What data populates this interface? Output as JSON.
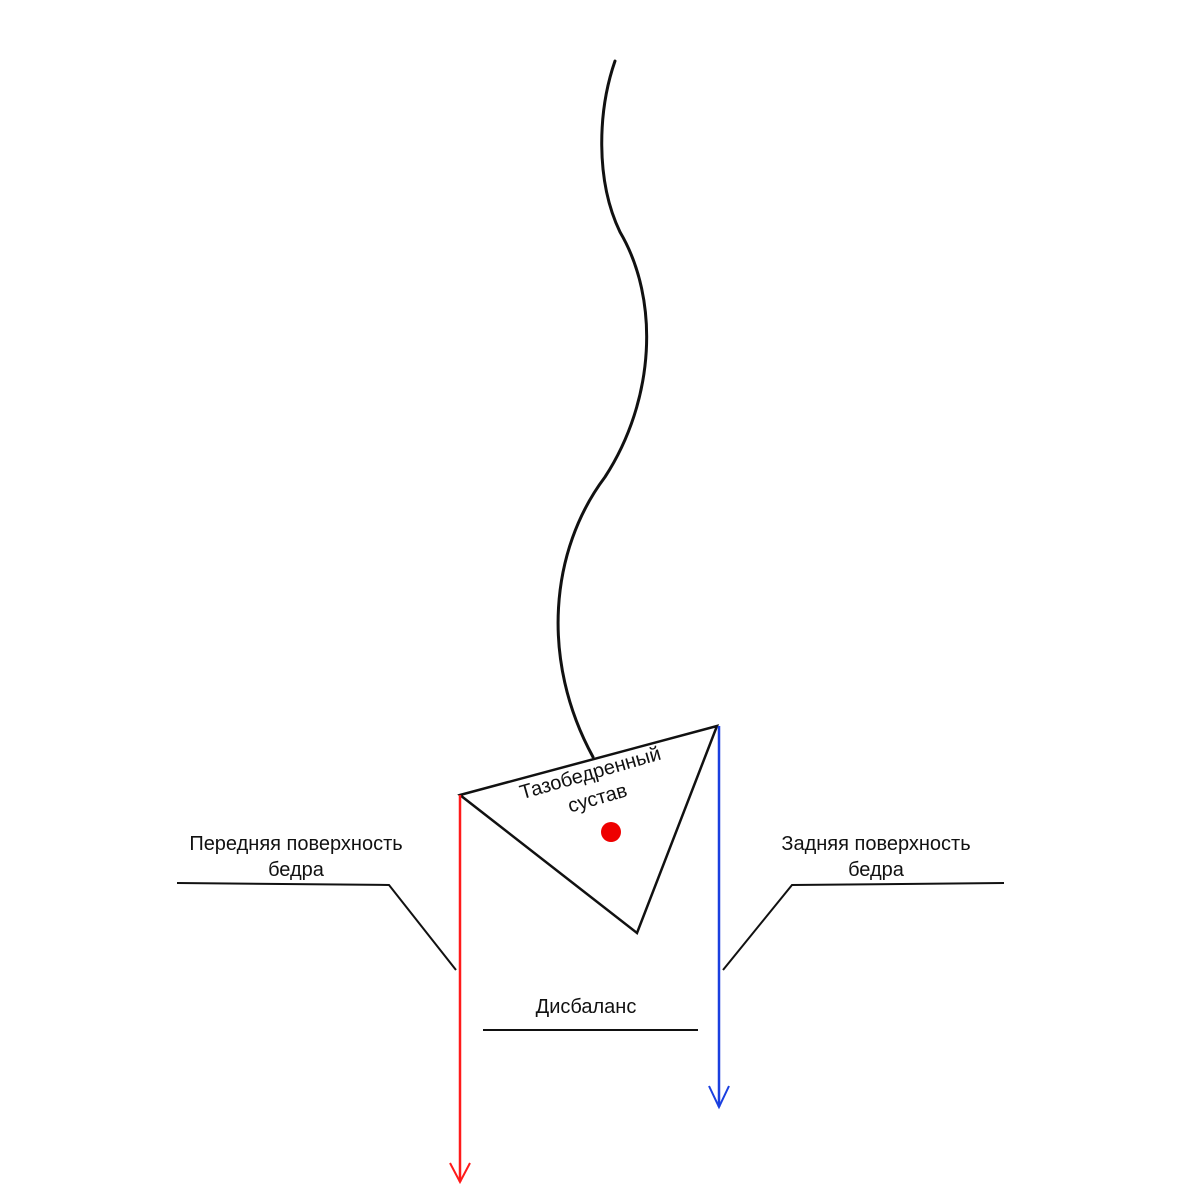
{
  "labels": {
    "hip_joint": [
      "Тазобедренный",
      "сустав"
    ],
    "front_thigh": [
      "Передняя поверхность",
      "бедра"
    ],
    "back_thigh": [
      "Задняя поверхность",
      "бедра"
    ],
    "imbalance": "Дисбаланс"
  },
  "colors": {
    "line": "#111111",
    "front_arrow": "#ff1a1a",
    "back_arrow": "#1a3fe0",
    "joint_dot": "#ee0000"
  }
}
